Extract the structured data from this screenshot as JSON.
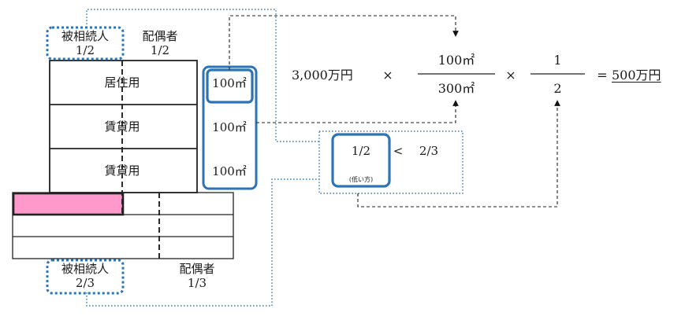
{
  "building": {
    "floors": [
      {
        "use": "居住用",
        "area": "100㎡"
      },
      {
        "use": "賃貸用",
        "area": "100㎡"
      },
      {
        "use": "賃貸用",
        "area": "100㎡"
      }
    ]
  },
  "building_share": {
    "deceased": {
      "label": "被相続人",
      "ratio": "1/2"
    },
    "spouse": {
      "label": "配偶者",
      "ratio": "1/2"
    }
  },
  "land_share": {
    "deceased": {
      "label": "被相続人",
      "ratio": "2/3"
    },
    "spouse": {
      "label": "配偶者",
      "ratio": "1/3"
    }
  },
  "comparison": {
    "left": "1/2",
    "operator": "<",
    "right": "2/3",
    "note": "(低い方)"
  },
  "formula": {
    "base": "3,000万円",
    "times1": "×",
    "frac1_num": "100㎡",
    "frac1_den": "300㎡",
    "times2": "×",
    "frac2_num": "1",
    "frac2_den": "2",
    "equals": "=",
    "result": "500万円"
  },
  "colors": {
    "blue_box": "#2e74b5",
    "dotted_blue": "#3f7fbf",
    "pink_fill": "#ff99cc",
    "line": "#222222"
  }
}
